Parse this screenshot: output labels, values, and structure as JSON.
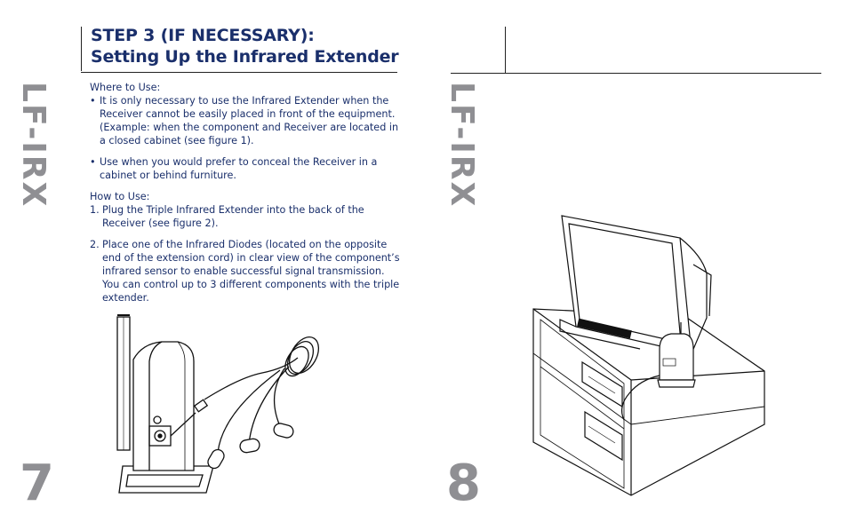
{
  "left_page": {
    "heading_line1": "STEP 3 (IF NECESSARY):",
    "heading_line2": "Setting Up the Infrared Extender",
    "brand": "LF-IRX",
    "page_number": "7",
    "where_title": "Where to Use:",
    "where_items": [
      "It is only necessary to use the Infrared Extender when the Receiver cannot be easily placed in front of the equipment. (Example: when the component and Receiver are located in a closed cabinet (see figure 1).",
      "Use when you would prefer to conceal the Receiver in a cabinet or behind furniture."
    ],
    "how_title": "How to Use:",
    "how_items": [
      {
        "num": "1.",
        "text": "Plug the Triple Infrared Extender into the back of the Receiver (see figure 2)."
      },
      {
        "num": "2.",
        "text": "Place one of the Infrared Diodes (located on the opposite end of the extension cord) in clear view of the component’s infrared sensor to enable successful signal transmission. You can control up to 3 different components with the triple extender."
      }
    ],
    "bullet": "•"
  },
  "right_page": {
    "brand": "LF-IRX",
    "page_number": "8"
  },
  "colors": {
    "heading": "#1a2f6b",
    "body_text": "#1a2f6b",
    "brand_gray": "#8f8f93",
    "rule": "#222222"
  }
}
